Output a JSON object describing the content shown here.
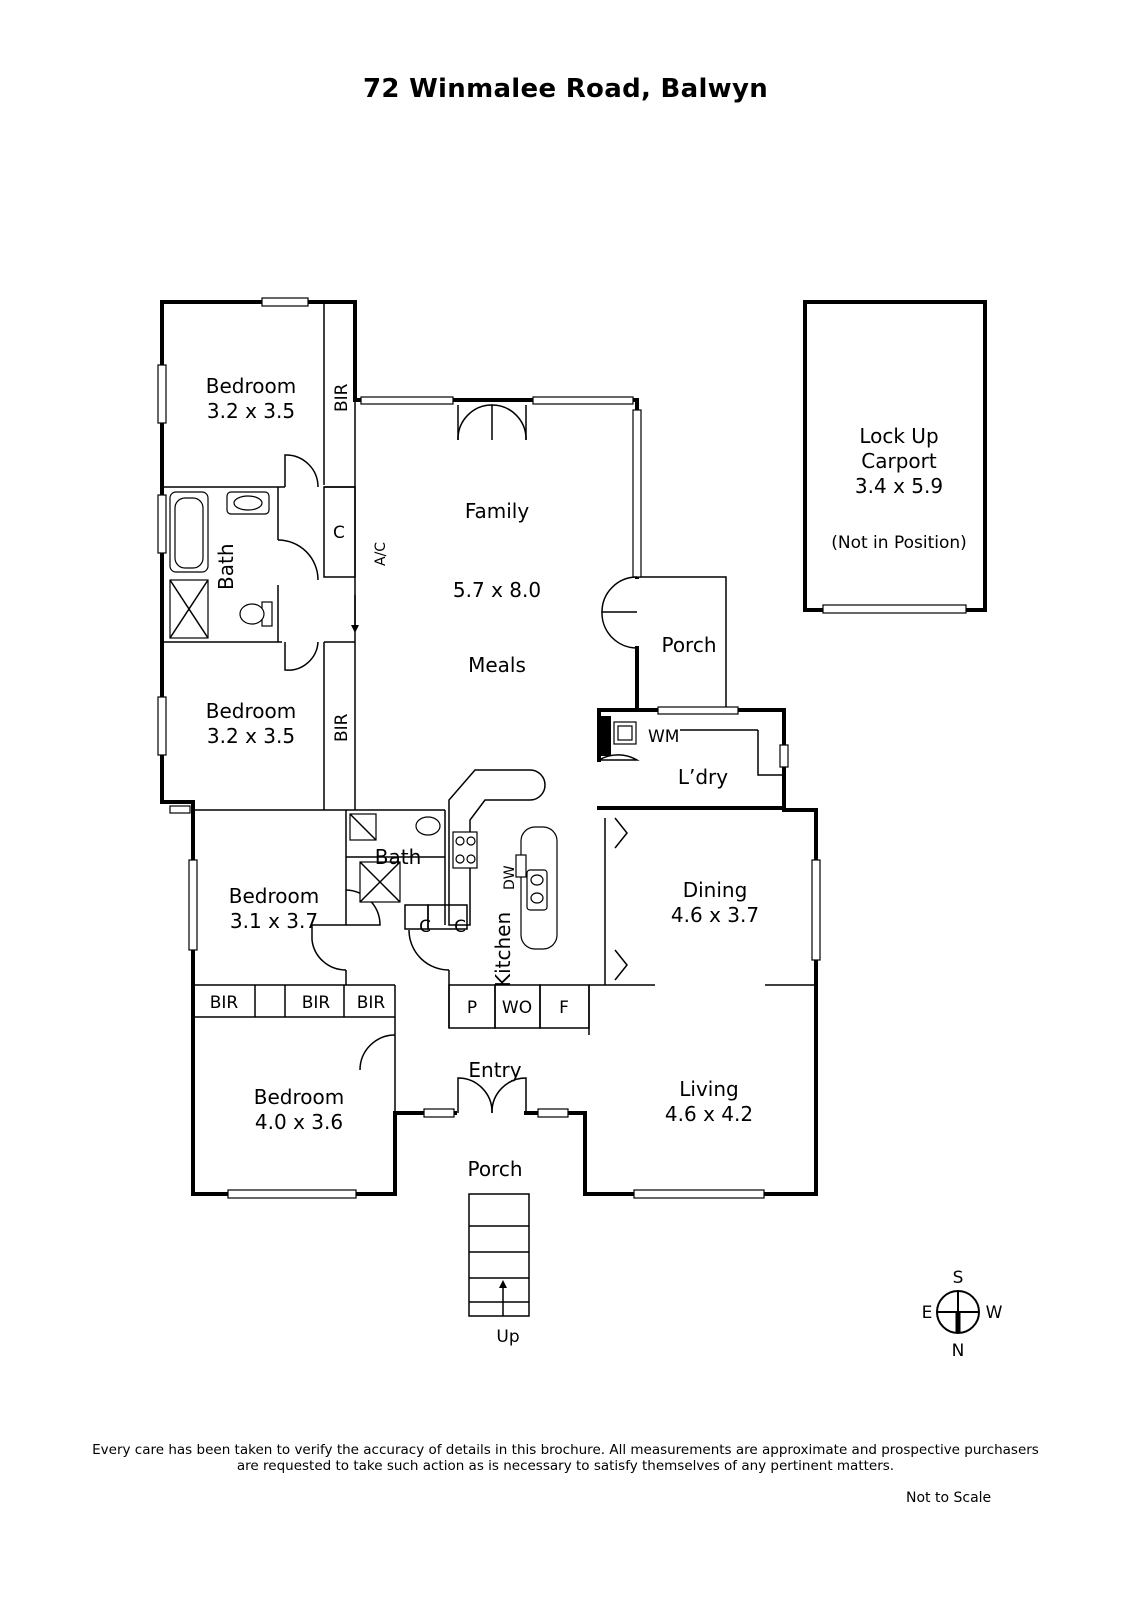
{
  "title": "72 Winmalee Road, Balwyn",
  "rooms": {
    "bedroom1": {
      "name": "Bedroom",
      "size": "3.2 x 3.5"
    },
    "bedroom2": {
      "name": "Bedroom",
      "size": "3.2 x 3.5"
    },
    "bedroom3": {
      "name": "Bedroom",
      "size": "3.1 x 3.7"
    },
    "bedroom4": {
      "name": "Bedroom",
      "size": "4.0 x 3.6"
    },
    "bath1": "Bath",
    "bath2": "Bath",
    "family": "Family",
    "family_size": "5.7 x 8.0",
    "meals": "Meals",
    "porch_side": "Porch",
    "porch_front": "Porch",
    "laundry": "L’dry",
    "washing_machine": "WM",
    "dining": {
      "name": "Dining",
      "size": "4.6 x 3.7"
    },
    "living": {
      "name": "Living",
      "size": "4.6 x 4.2"
    },
    "kitchen": "Kitchen",
    "dishwasher": "DW",
    "entry": "Entry",
    "carport": {
      "line1": "Lock Up",
      "line2": "Carport",
      "size": "3.4 x 5.9",
      "note": "(Not in Position)"
    }
  },
  "storage": {
    "bir": "BIR",
    "cupboard": "C",
    "aircon": "A/C",
    "pantry": "P",
    "walk_in_robe": "WO",
    "fridge": "F"
  },
  "stairs_label": "Up",
  "compass": {
    "north": "N",
    "south": "S",
    "east": "E",
    "west": "W"
  },
  "disclaimer": {
    "line1": "Every care has been taken to verify the accuracy of details in this brochure. All measurements are approximate and prospective purchasers",
    "line2": "are requested to take such action as is necessary to satisfy themselves of any pertinent matters."
  },
  "scale_note": "Not to Scale"
}
